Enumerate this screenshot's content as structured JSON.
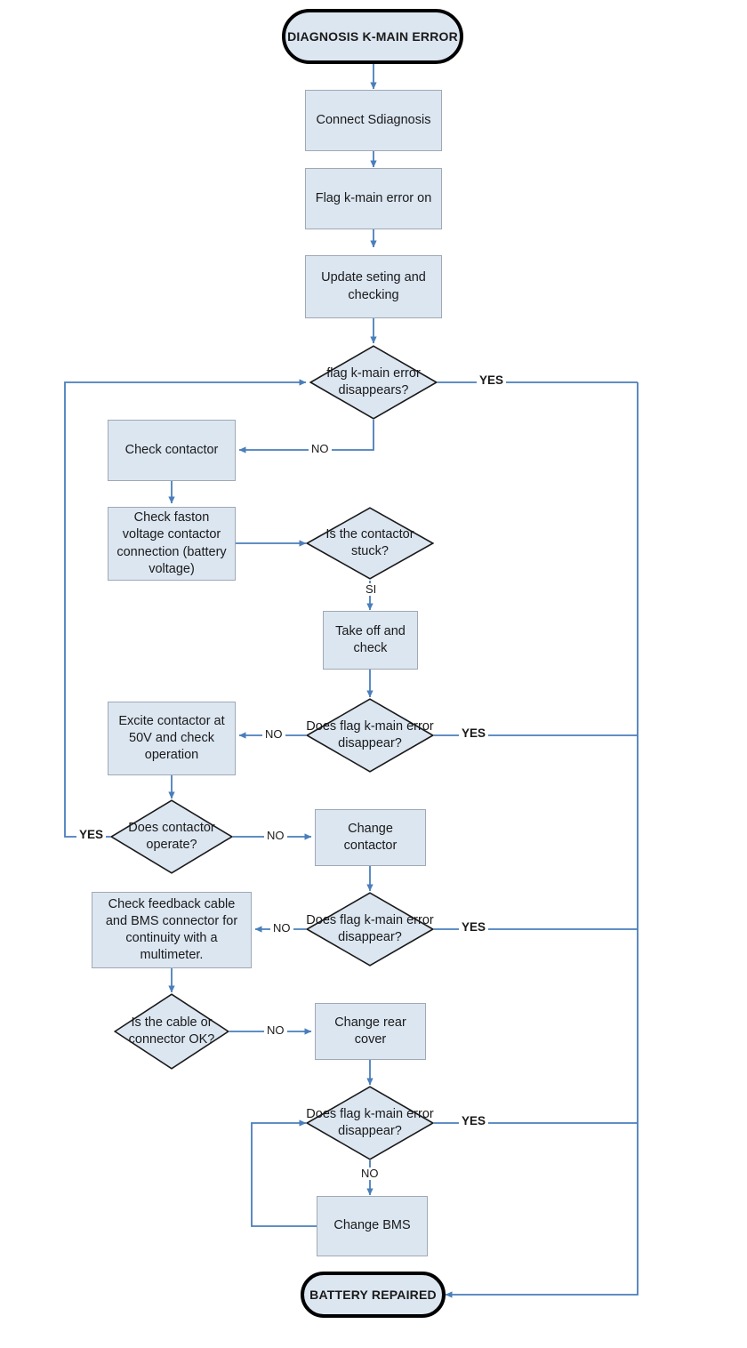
{
  "diagram": {
    "title": "DIAGNOSIS K-MAIN ERROR flowchart",
    "colors": {
      "node_fill": "#dce6f1",
      "node_stroke": "#9fa9b5",
      "decision_stroke": "#1a1a1a",
      "terminal_stroke": "#000000",
      "connector": "#4a7ebb",
      "text": "#1a1a1a",
      "background": "#ffffff"
    },
    "nodes": {
      "start": {
        "label": "DIAGNOSIS K-MAIN ERROR",
        "shape": "terminator"
      },
      "connect_sdiagnosis": {
        "label": "Connect Sdiagnosis",
        "shape": "process"
      },
      "flag_on": {
        "label": "Flag k-main error on",
        "shape": "process"
      },
      "update_setting": {
        "label": "Update seting and checking",
        "shape": "process"
      },
      "d_flag_disappears": {
        "label": "flag k-main error disappears?",
        "shape": "decision"
      },
      "check_contactor": {
        "label": "Check contactor",
        "shape": "process"
      },
      "check_faston": {
        "label": "Check faston voltage contactor connection (battery voltage)",
        "shape": "process"
      },
      "d_contactor_stuck": {
        "label": "Is the contactor stuck?",
        "shape": "decision"
      },
      "take_off_check": {
        "label": "Take off and check",
        "shape": "process"
      },
      "d_flag_disappear_2": {
        "label": "Does flag k-main error disappear?",
        "shape": "decision"
      },
      "excite_contactor": {
        "label": "Excite contactor at 50V and check operation",
        "shape": "process"
      },
      "d_contactor_operate": {
        "label": "Does contactor operate?",
        "shape": "decision"
      },
      "change_contactor": {
        "label": "Change contactor",
        "shape": "process"
      },
      "d_flag_disappear_3": {
        "label": "Does flag k-main error disappear?",
        "shape": "decision"
      },
      "check_feedback_cable": {
        "label": "Check feedback cable and BMS connector for continuity with a multimeter.",
        "shape": "process"
      },
      "d_cable_ok": {
        "label": "Is the cable or connector OK?",
        "shape": "decision"
      },
      "change_rear_cover": {
        "label": "Change rear cover",
        "shape": "process"
      },
      "d_flag_disappear_4": {
        "label": "Does flag k-main error disappear?",
        "shape": "decision"
      },
      "change_bms": {
        "label": "Change BMS",
        "shape": "process"
      },
      "end": {
        "label": "BATTERY REPAIRED",
        "shape": "terminator"
      }
    },
    "edge_labels": {
      "yes_1": "YES",
      "no_1": "NO",
      "si_stuck": "SI",
      "no_2": "NO",
      "yes_2": "YES",
      "yes_operate": "YES",
      "no_operate": "NO",
      "no_3": "NO",
      "yes_3": "YES",
      "no_cable": "NO",
      "yes_4": "YES",
      "no_4": "NO"
    }
  }
}
